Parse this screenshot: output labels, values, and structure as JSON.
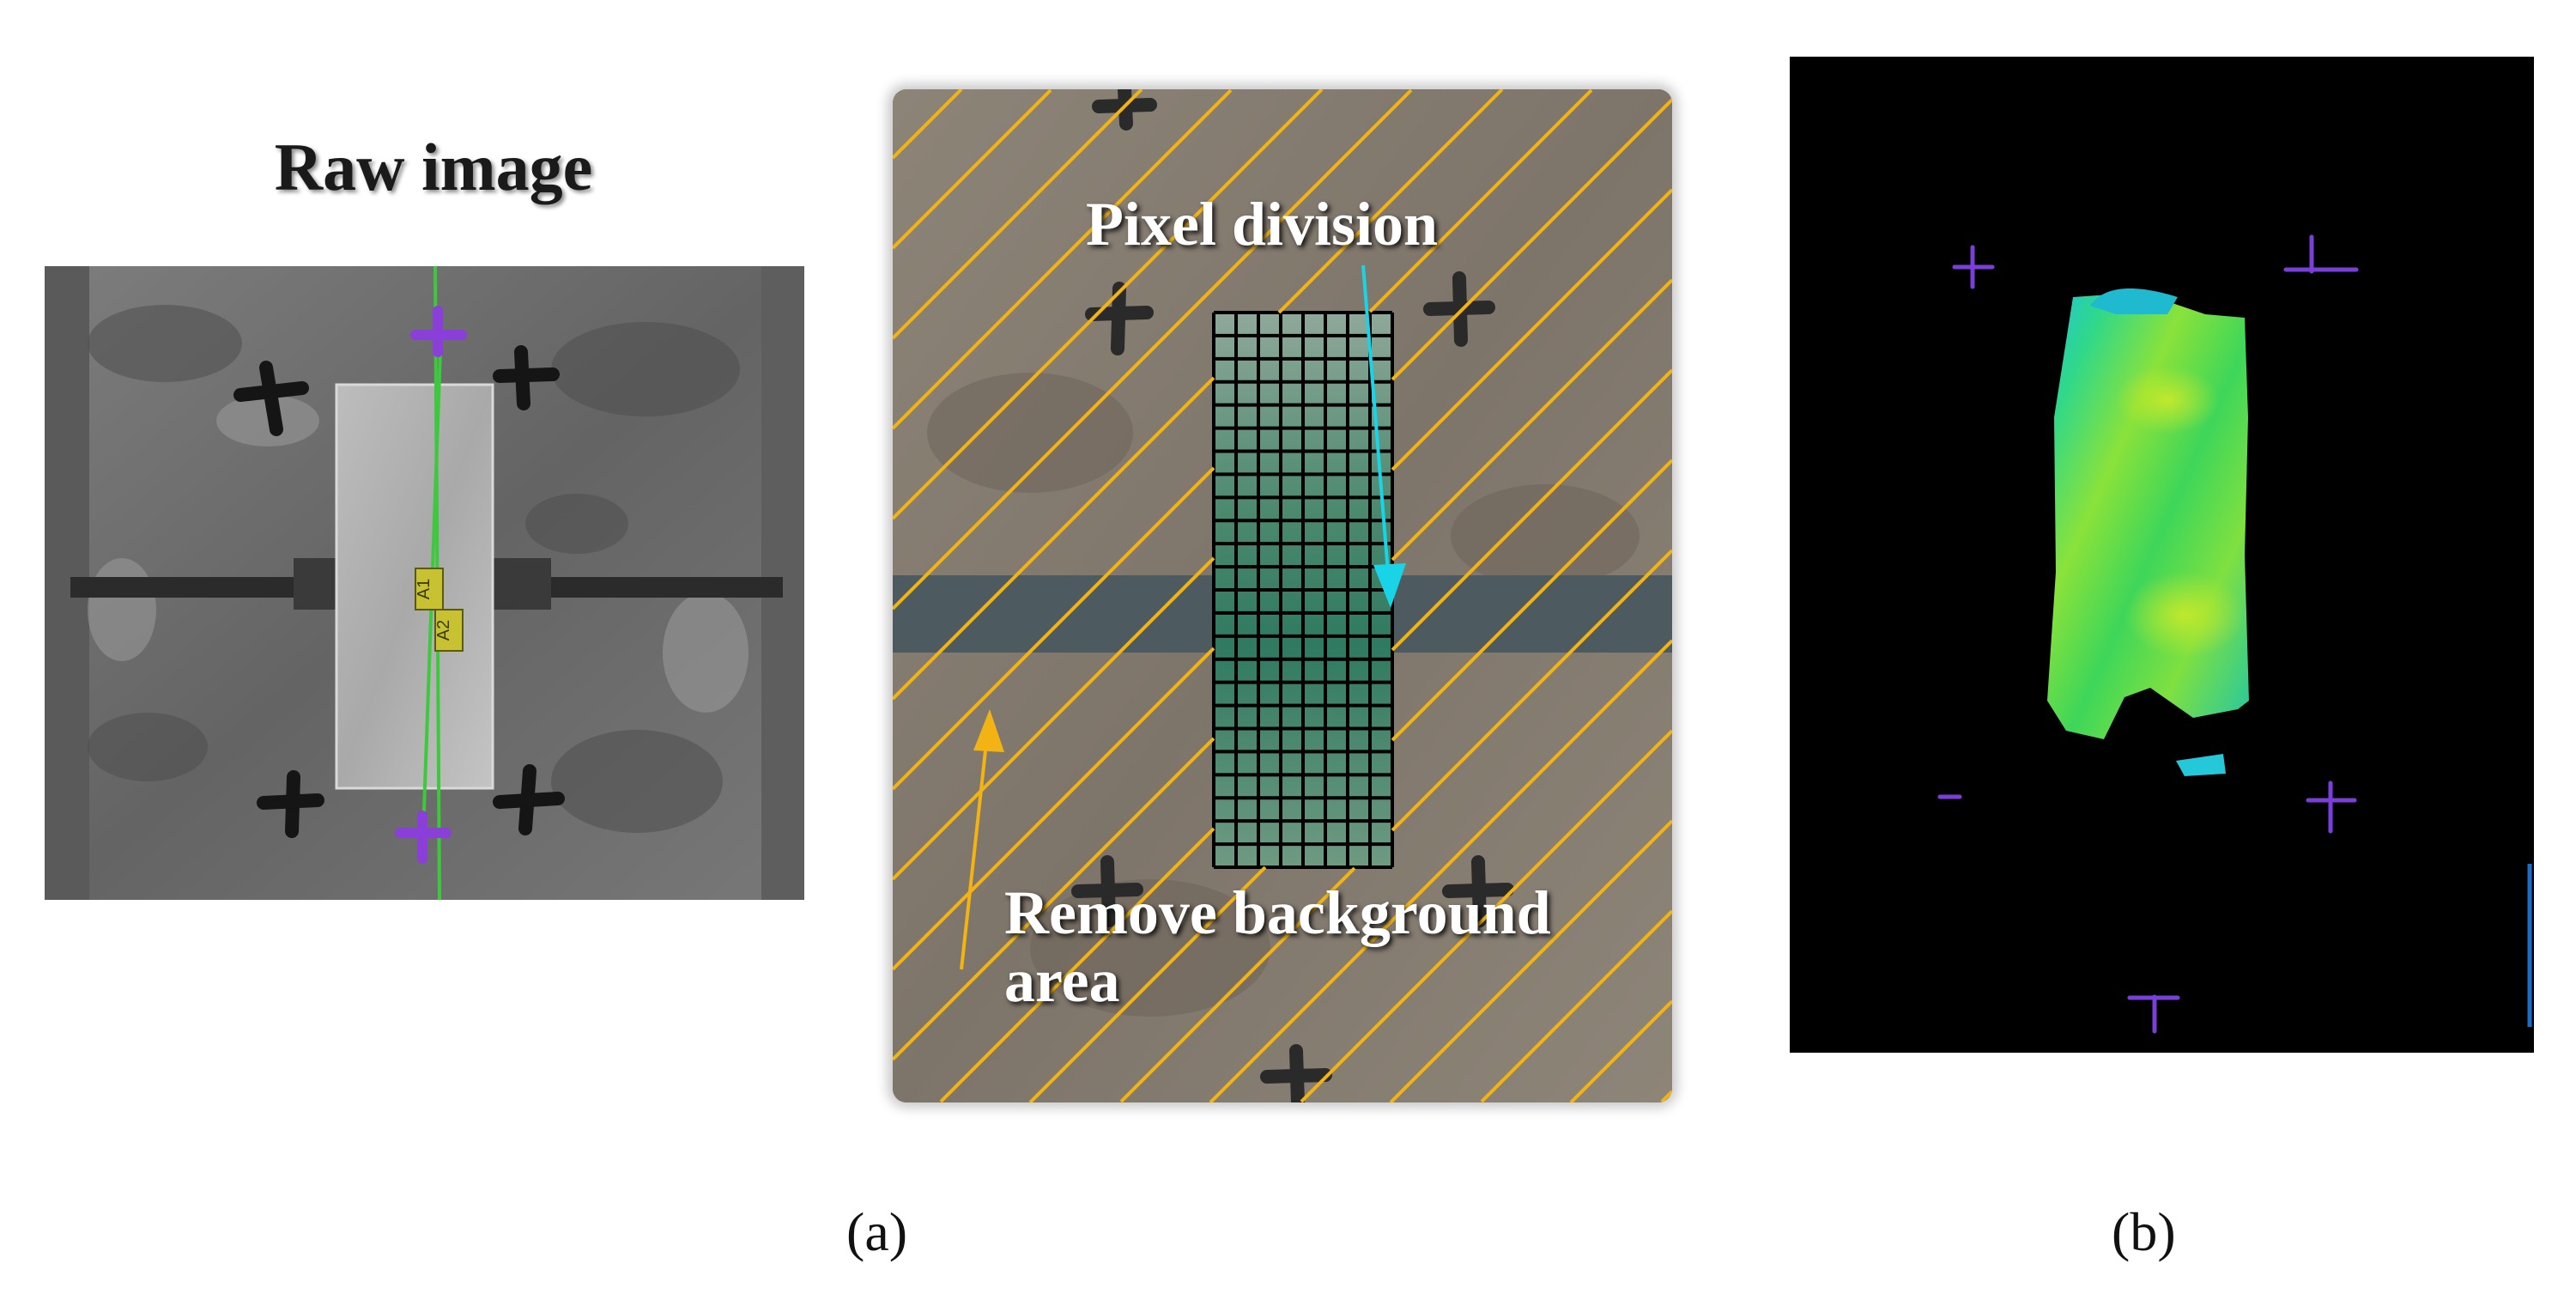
{
  "raw_panel": {
    "title": "Raw image",
    "line_markers": [
      "A1",
      "A2"
    ]
  },
  "mid_panel": {
    "pixel_division_label": "Pixel division",
    "remove_background_label": "Remove background\narea",
    "grid": {
      "columns": 8,
      "rows": 24
    }
  },
  "captions": {
    "a": "(a)",
    "b": "(b)"
  },
  "colors": {
    "hatch": "#f2b313",
    "grid": "#000000",
    "cyan_arrow": "#19d3e6",
    "cross_marker": "#8a3fd8",
    "measure_line": "#3ec83e"
  }
}
